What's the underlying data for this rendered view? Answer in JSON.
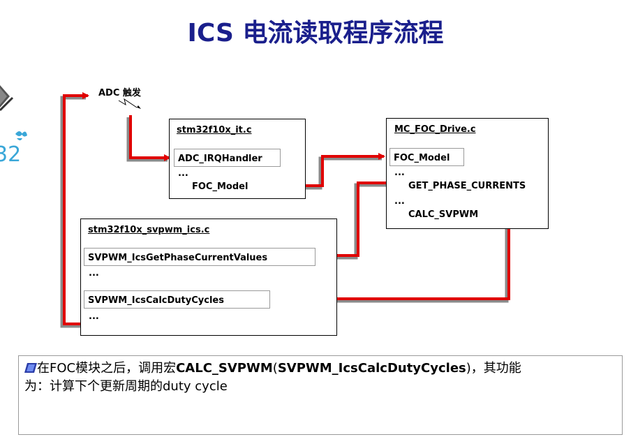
{
  "title": "ICS 电流读取程序流程",
  "logo_text": "32",
  "trigger": {
    "label": "ADC 触发"
  },
  "it_file": {
    "title": "stm32f10x_it.c",
    "handler": "ADC_IRQHandler",
    "dots": "...",
    "call": "FOC_Model"
  },
  "drive_file": {
    "title": "MC_FOC_Drive.c",
    "entry": "FOC_Model",
    "dots1": "...",
    "get_currents": "GET_PHASE_CURRENTS",
    "dots2": "...",
    "calc_svpwm": "CALC_SVPWM"
  },
  "svpwm_file": {
    "title": "stm32f10x_svpwm_ics.c",
    "get_values": "SVPWM_IcsGetPhaseCurrentValues",
    "dots1": "...",
    "calc_duty": "SVPWM_IcsCalcDutyCycles",
    "dots2": "..."
  },
  "note": {
    "line1_a": "在FOC模块之后，调用宏",
    "line1_b": "CALC_SVPWM",
    "line1_c": "(",
    "line1_d": "SVPWM_IcsCalcDutyCycles",
    "line1_e": ")，其功能",
    "line2": "为：计算下个更新周期的duty cycle"
  },
  "colors": {
    "title": "#1a1f8c",
    "arrow": "#e00000",
    "arrow_shadow": "#8a8a8a"
  }
}
